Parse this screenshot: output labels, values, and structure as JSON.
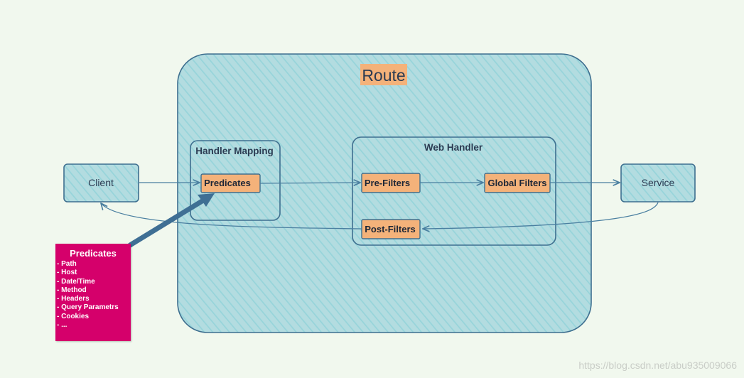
{
  "route": {
    "title": "Route"
  },
  "client": {
    "label": "Client"
  },
  "service": {
    "label": "Service"
  },
  "handler_mapping": {
    "title": "Handler Mapping",
    "predicates_label": "Predicates"
  },
  "web_handler": {
    "title": "Web Handler",
    "pre_filters_label": "Pre-Filters",
    "global_filters_label": "Global Filters",
    "post_filters_label": "Post-Filters"
  },
  "predicates_note": {
    "title": "Predicates",
    "items": [
      "- Path",
      "- Host",
      "- Date/Time",
      "- Method",
      "- Headers",
      "- Query Parametrs",
      "- Cookies",
      "- ..."
    ]
  },
  "watermark": "https://blog.csdn.net/abu935009066",
  "colors": {
    "box_fill": "#a9d6db",
    "hatch": "#8ed2d8",
    "outline": "#3e6f8f",
    "chip": "#f4b27a",
    "note": "#d5006b",
    "background": "#f1f8ee"
  }
}
